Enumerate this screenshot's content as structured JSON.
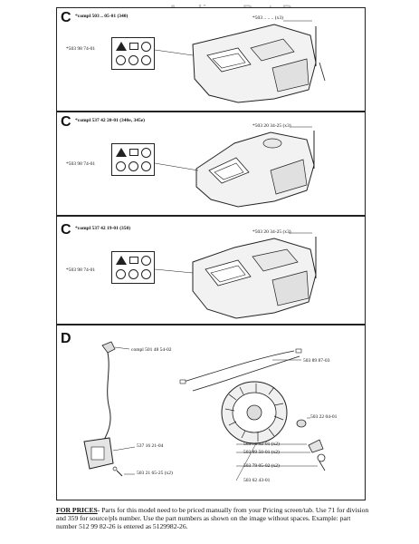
{
  "watermark": "AppliancePartsPros.com",
  "sections": [
    {
      "letter": "C",
      "compl": "*compl 503 .. 05-01 (340)",
      "decal_part": "*503 98 74-01",
      "screw_part": "*503 .. .. .. (x3)"
    },
    {
      "letter": "C",
      "compl": "*compl 537 42 20-01 (340e, 345e)",
      "decal_part": "*503 98 74-01",
      "screw_part": "*503 20 34-25 (x3)"
    },
    {
      "letter": "C",
      "compl": "*compl 537 42 19-01 (350)",
      "decal_part": "*503 98 74-01",
      "screw_part": "*503 20 34-25 (x3)"
    }
  ],
  "section_d": {
    "letter": "D",
    "parts": {
      "compl_cap": "compl 501 48 54-02",
      "wire": "503 89 87-03",
      "nut": "503 22 04-01",
      "ignition_module": "537 16 21-04",
      "screws": "503 21 65-25 (x2)",
      "p1": "503 78 32-01 (x2)",
      "p2": "503 89 50-01 (x2)",
      "p3": "503 79 05-02 (x2)",
      "flywheel": "503 62 43-01"
    }
  },
  "footer": {
    "heading": "FOR PRICES",
    "text": "- Parts for this model need to be priced manually from your Pricing screen/tab. Use 71 for division and 359 for source/pls number.  Use the part numbers as shown on the image without spaces.  Example: part number 512 99 82-26 is entered as 5129982-26."
  }
}
